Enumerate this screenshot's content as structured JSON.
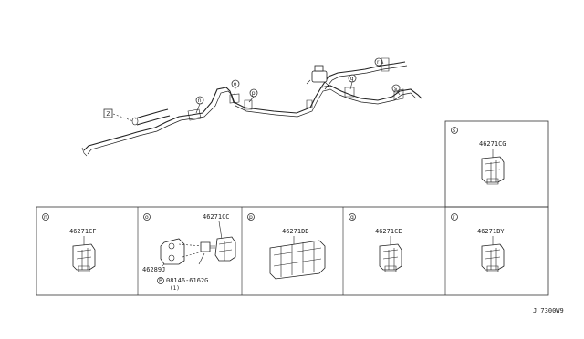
{
  "diagram": {
    "ref_code": "J 7300W9",
    "main_assembly": {
      "label_z": "Z",
      "callouts": [
        "n",
        "o",
        "p",
        "q",
        "r",
        "s"
      ]
    },
    "panels": [
      {
        "letter": "n",
        "part": "46271CF"
      },
      {
        "letter": "o",
        "part": "46271CC",
        "part2": "46289J",
        "bolt_code": "B",
        "bolt": "08146-6162G",
        "bolt_qty": "(1)"
      },
      {
        "letter": "p",
        "part": "46271DB"
      },
      {
        "letter": "q",
        "part": "46271CE"
      },
      {
        "letter": "r",
        "part": "46271BY"
      },
      {
        "letter": "s",
        "part": "46271CG"
      }
    ]
  }
}
